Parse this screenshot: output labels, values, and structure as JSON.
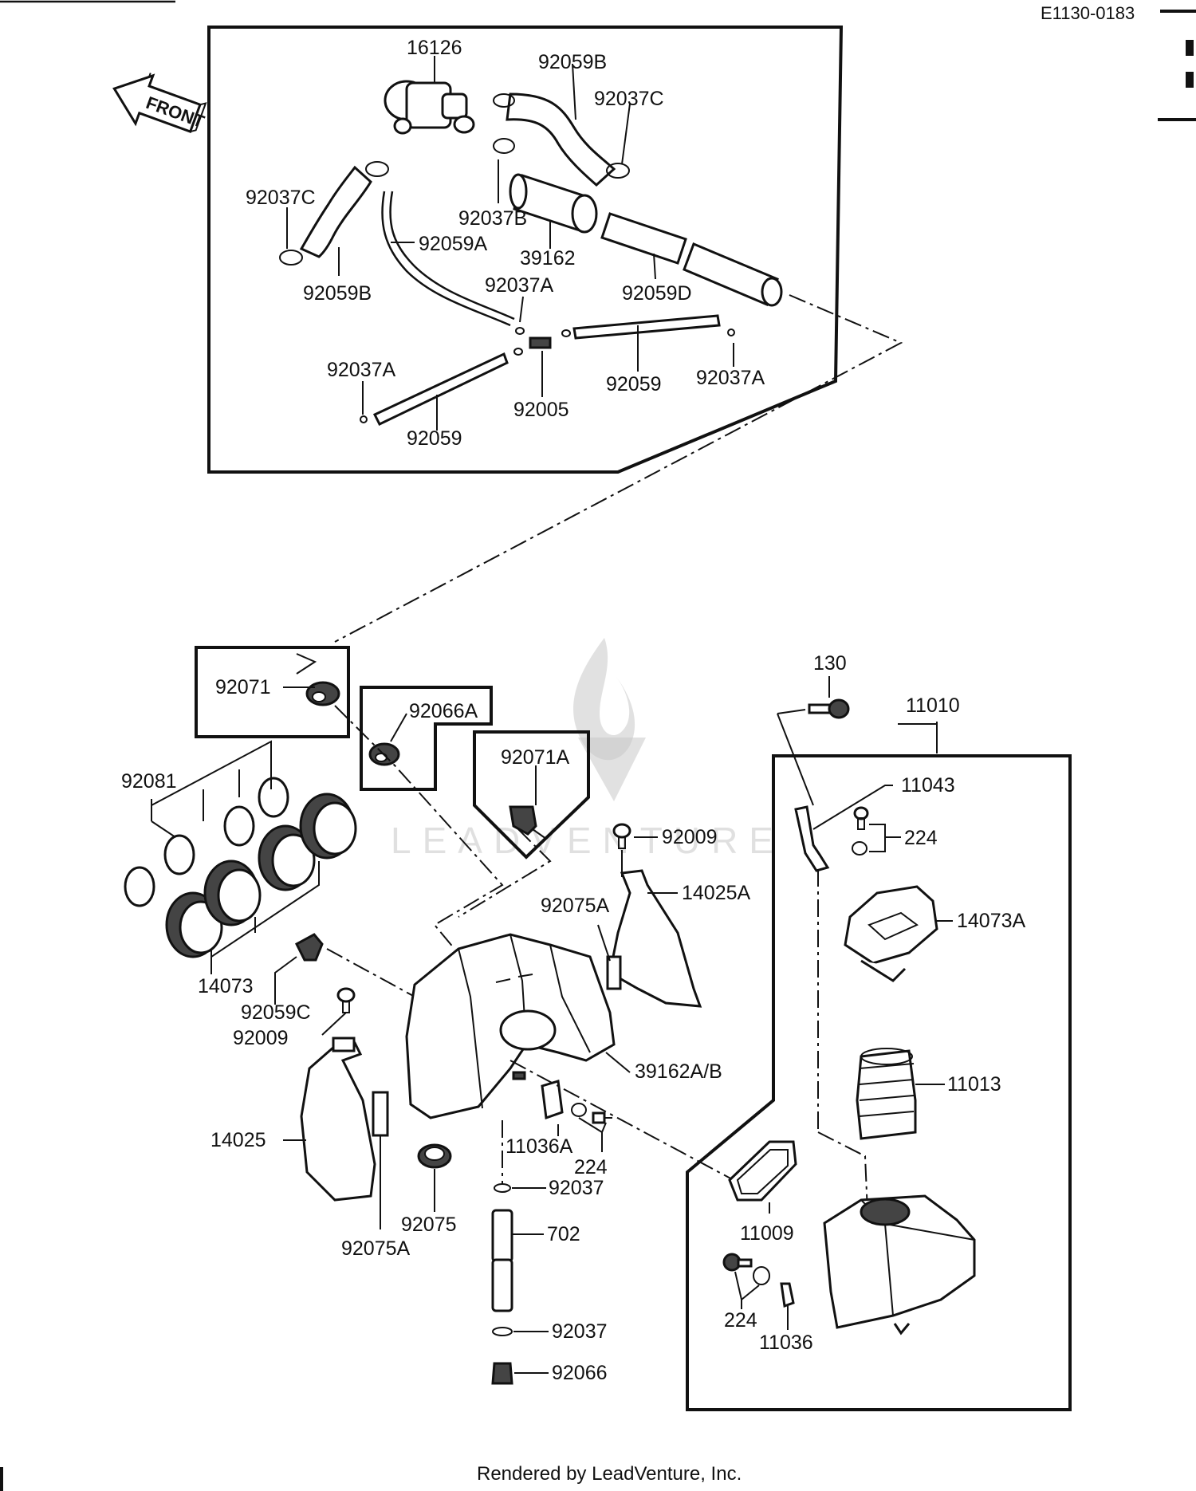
{
  "diagram_code": "E1130-0183",
  "front_arrow_label": "FRONT",
  "watermark_text": "LEADVENTURE",
  "footer_text": "Rendered by LeadVenture, Inc.",
  "labels": {
    "p16126": "16126",
    "p92059B_top": "92059B",
    "p92037C_right": "92037C",
    "p92037C_left": "92037C",
    "p92037B": "92037B",
    "p92059A": "92059A",
    "p39162": "39162",
    "p92059B_left": "92059B",
    "p92037A_mid": "92037A",
    "p92059D": "92059D",
    "p92037A_left": "92037A",
    "p92059_right": "92059",
    "p92037A_right": "92037A",
    "p92005": "92005",
    "p92059_bottom": "92059",
    "p92071": "92071",
    "p92066A": "92066A",
    "p92071A": "92071A",
    "p130": "130",
    "p11010": "11010",
    "p92081": "92081",
    "p11043": "11043",
    "p224_top": "224",
    "p92009_right": "92009",
    "p14025A": "14025A",
    "p92075A_top": "92075A",
    "p14073A": "14073A",
    "p14073": "14073",
    "p92059C": "92059C",
    "p92009_left": "92009",
    "p39162AB": "39162A/B",
    "p11013": "11013",
    "p14025": "14025",
    "p11036A": "11036A",
    "p224_mid": "224",
    "p92037_top": "92037",
    "p92075": "92075",
    "p11009": "11009",
    "p702": "702",
    "p92075A_bottom": "92075A",
    "p224_bottom": "224",
    "p11036": "11036",
    "p92037_bottom": "92037",
    "p92066": "92066"
  }
}
